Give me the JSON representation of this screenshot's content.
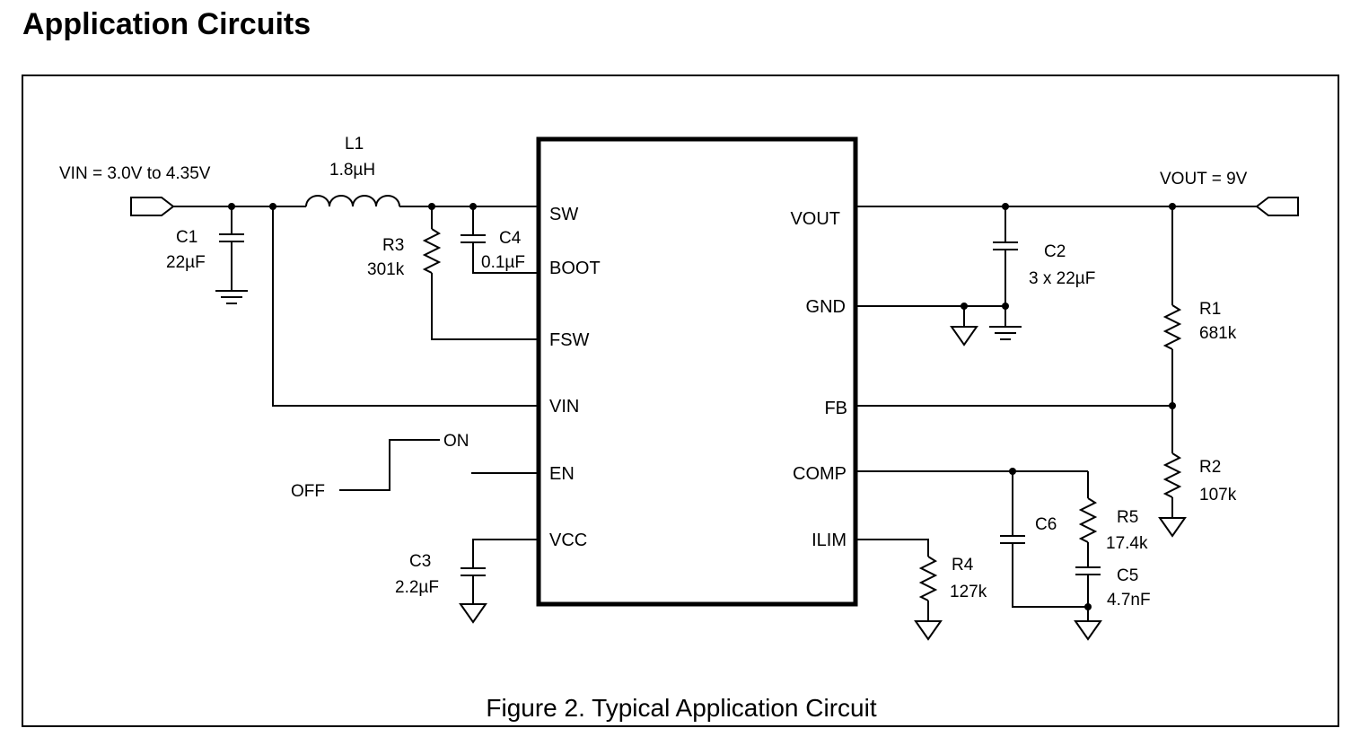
{
  "heading": "Application Circuits",
  "caption": "Figure 2. Typical Application Circuit",
  "supply": {
    "vin": "VIN = 3.0V to 4.35V",
    "vout": "VOUT = 9V"
  },
  "ic_pins": {
    "left": [
      "SW",
      "BOOT",
      "FSW",
      "VIN",
      "EN",
      "VCC"
    ],
    "right": [
      "VOUT",
      "GND",
      "FB",
      "COMP",
      "ILIM"
    ]
  },
  "switch": {
    "on": "ON",
    "off": "OFF"
  },
  "components": {
    "L1": {
      "ref": "L1",
      "value": "1.8µH"
    },
    "C1": {
      "ref": "C1",
      "value": "22µF"
    },
    "C2": {
      "ref": "C2",
      "value": "3 x 22µF"
    },
    "C3": {
      "ref": "C3",
      "value": "2.2µF"
    },
    "C4": {
      "ref": "C4",
      "value": "0.1µF"
    },
    "C5": {
      "ref": "C5",
      "value": "4.7nF"
    },
    "C6": {
      "ref": "C6"
    },
    "R1": {
      "ref": "R1",
      "value": "681k"
    },
    "R2": {
      "ref": "R2",
      "value": "107k"
    },
    "R3": {
      "ref": "R3",
      "value": "301k"
    },
    "R4": {
      "ref": "R4",
      "value": "127k"
    },
    "R5": {
      "ref": "R5",
      "value": "17.4k"
    }
  }
}
